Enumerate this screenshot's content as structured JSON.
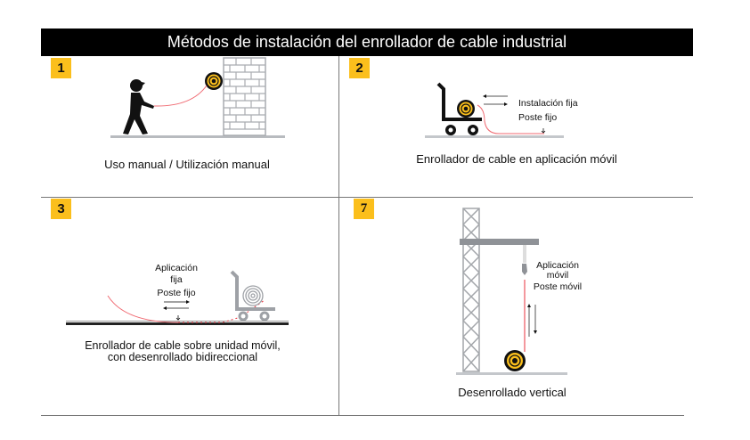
{
  "title": "Métodos de instalación del enrollador de cable industrial",
  "colors": {
    "accent": "#fbbf1c",
    "cable": "#e8323c",
    "structure": "#9ea1a6"
  },
  "panels": [
    {
      "number": "1",
      "caption": "Uso manual / Utilización manual"
    },
    {
      "number": "2",
      "caption": "Enrollador de cable en aplicación móvil",
      "labels": {
        "installation": "Instalación fija",
        "post": "Poste fijo"
      }
    },
    {
      "number": "3",
      "caption_line1": "Enrollador de cable sobre unidad móvil,",
      "caption_line2": "con desenrollado bidireccional",
      "labels": {
        "app_line1": "Aplicación",
        "app_line2": "fija",
        "post": "Poste fijo"
      }
    },
    {
      "number": "7",
      "caption": "Desenrollado vertical",
      "labels": {
        "app_line1": "Aplicación",
        "app_line2": "móvil",
        "post": "Poste móvil"
      }
    }
  ]
}
